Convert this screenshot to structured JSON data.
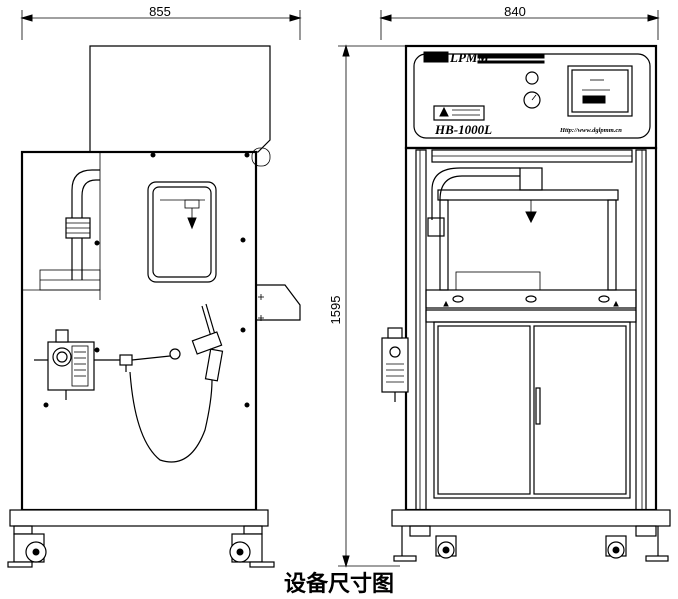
{
  "dimensions": {
    "side_width": "855",
    "front_width": "840",
    "height": "1595"
  },
  "front_panel": {
    "brand": "LPMM",
    "model": "HB-1000L",
    "website": "Http://www.dglpmm.cn"
  },
  "caption": "设备尺寸图"
}
